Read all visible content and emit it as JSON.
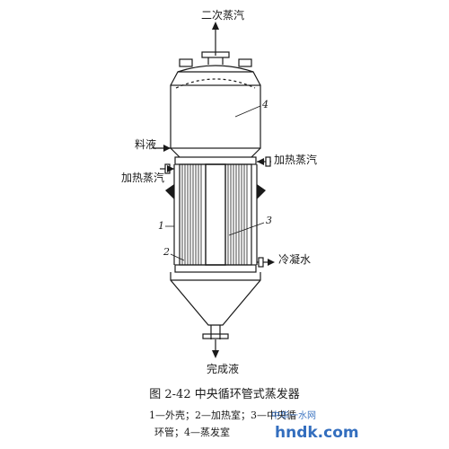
{
  "labels": {
    "secondary_vapor": "二次蒸汽",
    "feed": "料液",
    "heating_steam_right": "加热蒸汽",
    "heating_steam_left": "加热蒸汽",
    "condensate": "冷凝水",
    "product": "完成液"
  },
  "part_numbers": {
    "n1": "1",
    "n2": "2",
    "n3": "3",
    "n4": "4"
  },
  "caption": {
    "figure": "图 2-42   中央循环管式蒸发器",
    "legend_line1": "1—外壳；2—加热室；3—中央循",
    "legend_line2": "环管；4—蒸发室"
  },
  "watermark": {
    "cn": "中华一水网",
    "url": "hndk.com"
  },
  "colors": {
    "line": "#1a1a1a",
    "watermark": "#1e5fb8"
  }
}
